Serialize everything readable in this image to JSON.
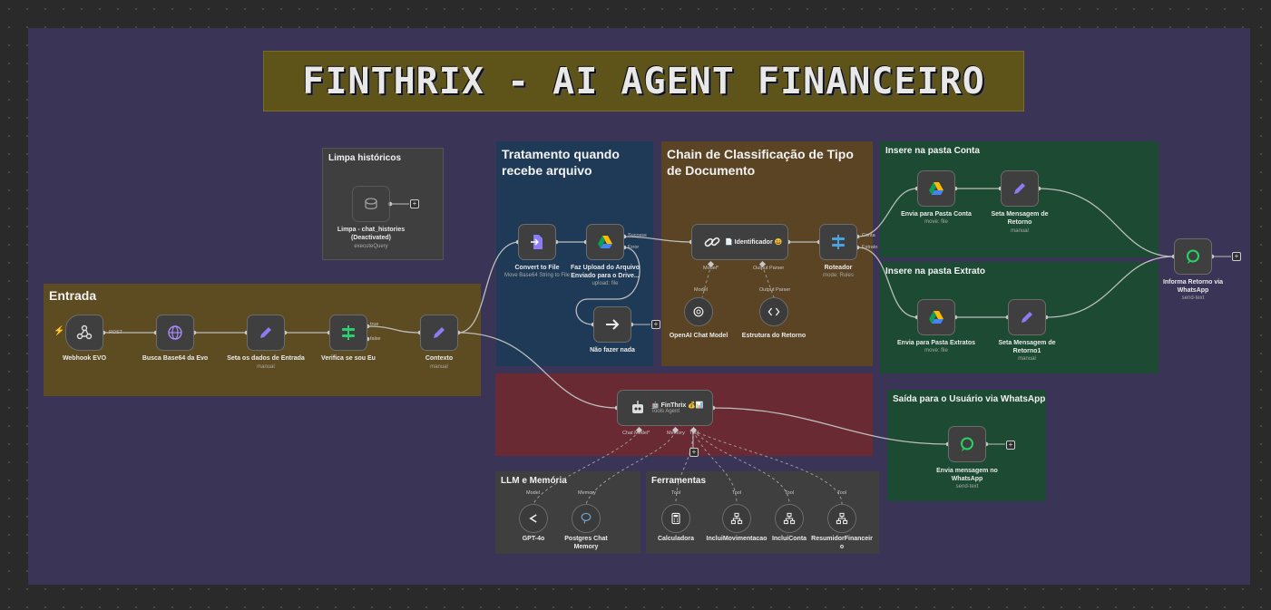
{
  "banner": {
    "title": "FINTHRIX - AI AGENT FINANCEIRO"
  },
  "groups": {
    "limpa": "Limpa históricos",
    "tratamento": "Tratamento quando recebe arquivo",
    "chain": "Chain de Classificação de Tipo de Documento",
    "conta": "Insere na pasta Conta",
    "extrato": "Insere na pasta Extrato",
    "entrada": "Entrada",
    "saida": "Saída para o Usuário via WhatsApp",
    "llm": "LLM e Memória",
    "ferramentas": "Ferramentas"
  },
  "nodes": {
    "limpa": {
      "label": "Limpa - chat_histories",
      "label2": "(Deactivated)",
      "sub": "executeQuery"
    },
    "webhook": {
      "label": "Webhook EVO",
      "port": "POST"
    },
    "busca": {
      "label": "Busca Base64 da Evo"
    },
    "seta_dados": {
      "label": "Seta os dados de Entrada",
      "sub": "manual"
    },
    "verifica": {
      "label": "Verifica se sou Eu",
      "port_true": "true",
      "port_false": "false"
    },
    "contexto": {
      "label": "Contexto",
      "sub": "manual"
    },
    "convert": {
      "label": "Convert to File",
      "sub": "Move Base64 String to File"
    },
    "upload": {
      "label": "Faz Upload do Arquivo",
      "label2": "Enviado para o Drive...",
      "sub": "upload: file",
      "port_success": "Success",
      "port_error": "Error"
    },
    "nao_fazer": {
      "label": "Não fazer nada"
    },
    "identificador": {
      "label": "📄 Identificador 😃",
      "port_model": "Model*",
      "port_parser": "Output Parser"
    },
    "roteador": {
      "label": "Roteador",
      "sub": "mode: Rules",
      "port_conta": "Conta",
      "port_extrato": "Extrato"
    },
    "openai": {
      "label": "OpenAI Chat Model",
      "port": "Model"
    },
    "estrutura": {
      "label": "Estrutura do Retorno",
      "port": "Output Parser"
    },
    "envia_conta": {
      "label": "Envia para Pasta Conta",
      "sub": "move: file"
    },
    "seta_msg": {
      "label": "Seta Mensagem de",
      "label2": "Retorno",
      "sub": "manual"
    },
    "envia_extratos": {
      "label": "Envia para Pasta Extratos",
      "sub": "move: file"
    },
    "seta_msg1": {
      "label": "Seta Mensagem de",
      "label2": "Retorno1",
      "sub": "manual"
    },
    "informa": {
      "label": "Informa Retorno via",
      "label2": "WhatsApp",
      "sub": "send-text"
    },
    "finthrix": {
      "label": "🤖 FinThrix 💰📊",
      "sub": "Tools Agent",
      "port_chat": "Chat Model*",
      "port_memory": "Memory",
      "port_tool": "Tool"
    },
    "envia_msg": {
      "label": "Envia mensagem no",
      "label2": "WhatsApp",
      "sub": "send-text"
    },
    "gpt": {
      "label": "GPT-4o",
      "port": "Model"
    },
    "postgres": {
      "label": "Postgres Chat",
      "label2": "Memory",
      "port": "Memory"
    },
    "calc": {
      "label": "Calculadora",
      "port": "Tool"
    },
    "inclui_mov": {
      "label": "IncluiMovimentacao",
      "port": "Tool"
    },
    "inclui_conta": {
      "label": "IncluiConta",
      "port": "Tool"
    },
    "resumidor": {
      "label": "ResumidorFinanceir",
      "label2": "o",
      "port": "Tool"
    }
  },
  "colors": {
    "canvas": "#3a3457",
    "yellow_group": "#5e4d22",
    "blue_group": "#1f3a55",
    "brown_group": "#5a4322",
    "green_group": "#1c4a32",
    "red_group": "#6a2a34",
    "gray_group": "#3f3f3f",
    "drive": "#1fa463",
    "pencil": "#8b7cf6",
    "whatsapp": "#25d366"
  },
  "icons": [
    "webhook-icon",
    "globe-icon",
    "pencil-icon",
    "switch-icon",
    "convert-file-icon",
    "google-drive-icon",
    "arrow-right-icon",
    "link-icon",
    "openai-icon",
    "code-icon",
    "whatsapp-icon",
    "robot-icon",
    "share-icon",
    "postgres-icon",
    "calculator-icon",
    "workflow-icon",
    "plus-icon"
  ]
}
